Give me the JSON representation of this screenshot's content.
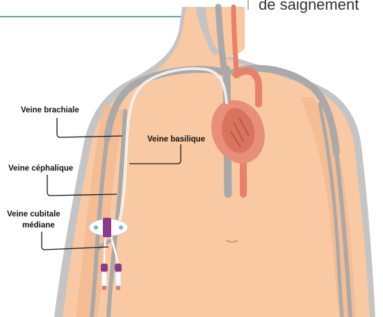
{
  "header": {
    "partial_text": "de saignement"
  },
  "labels": {
    "brachial_vein": "Veine brachiale",
    "basilic_vein": "Veine basilique",
    "cephalic_vein": "Veine céphalique",
    "median_cubital_line1": "Veine cubitale",
    "median_cubital_line2": "médiane"
  },
  "colors": {
    "skin": "#f8c9a2",
    "skin_outline": "#b9b9b9",
    "vein": "#a9a9a9",
    "artery": "#e9806a",
    "heart": "#e78f78",
    "catheter": "#ffffff",
    "accent": "#8b3b8b",
    "header_line": "#5fa89c"
  }
}
